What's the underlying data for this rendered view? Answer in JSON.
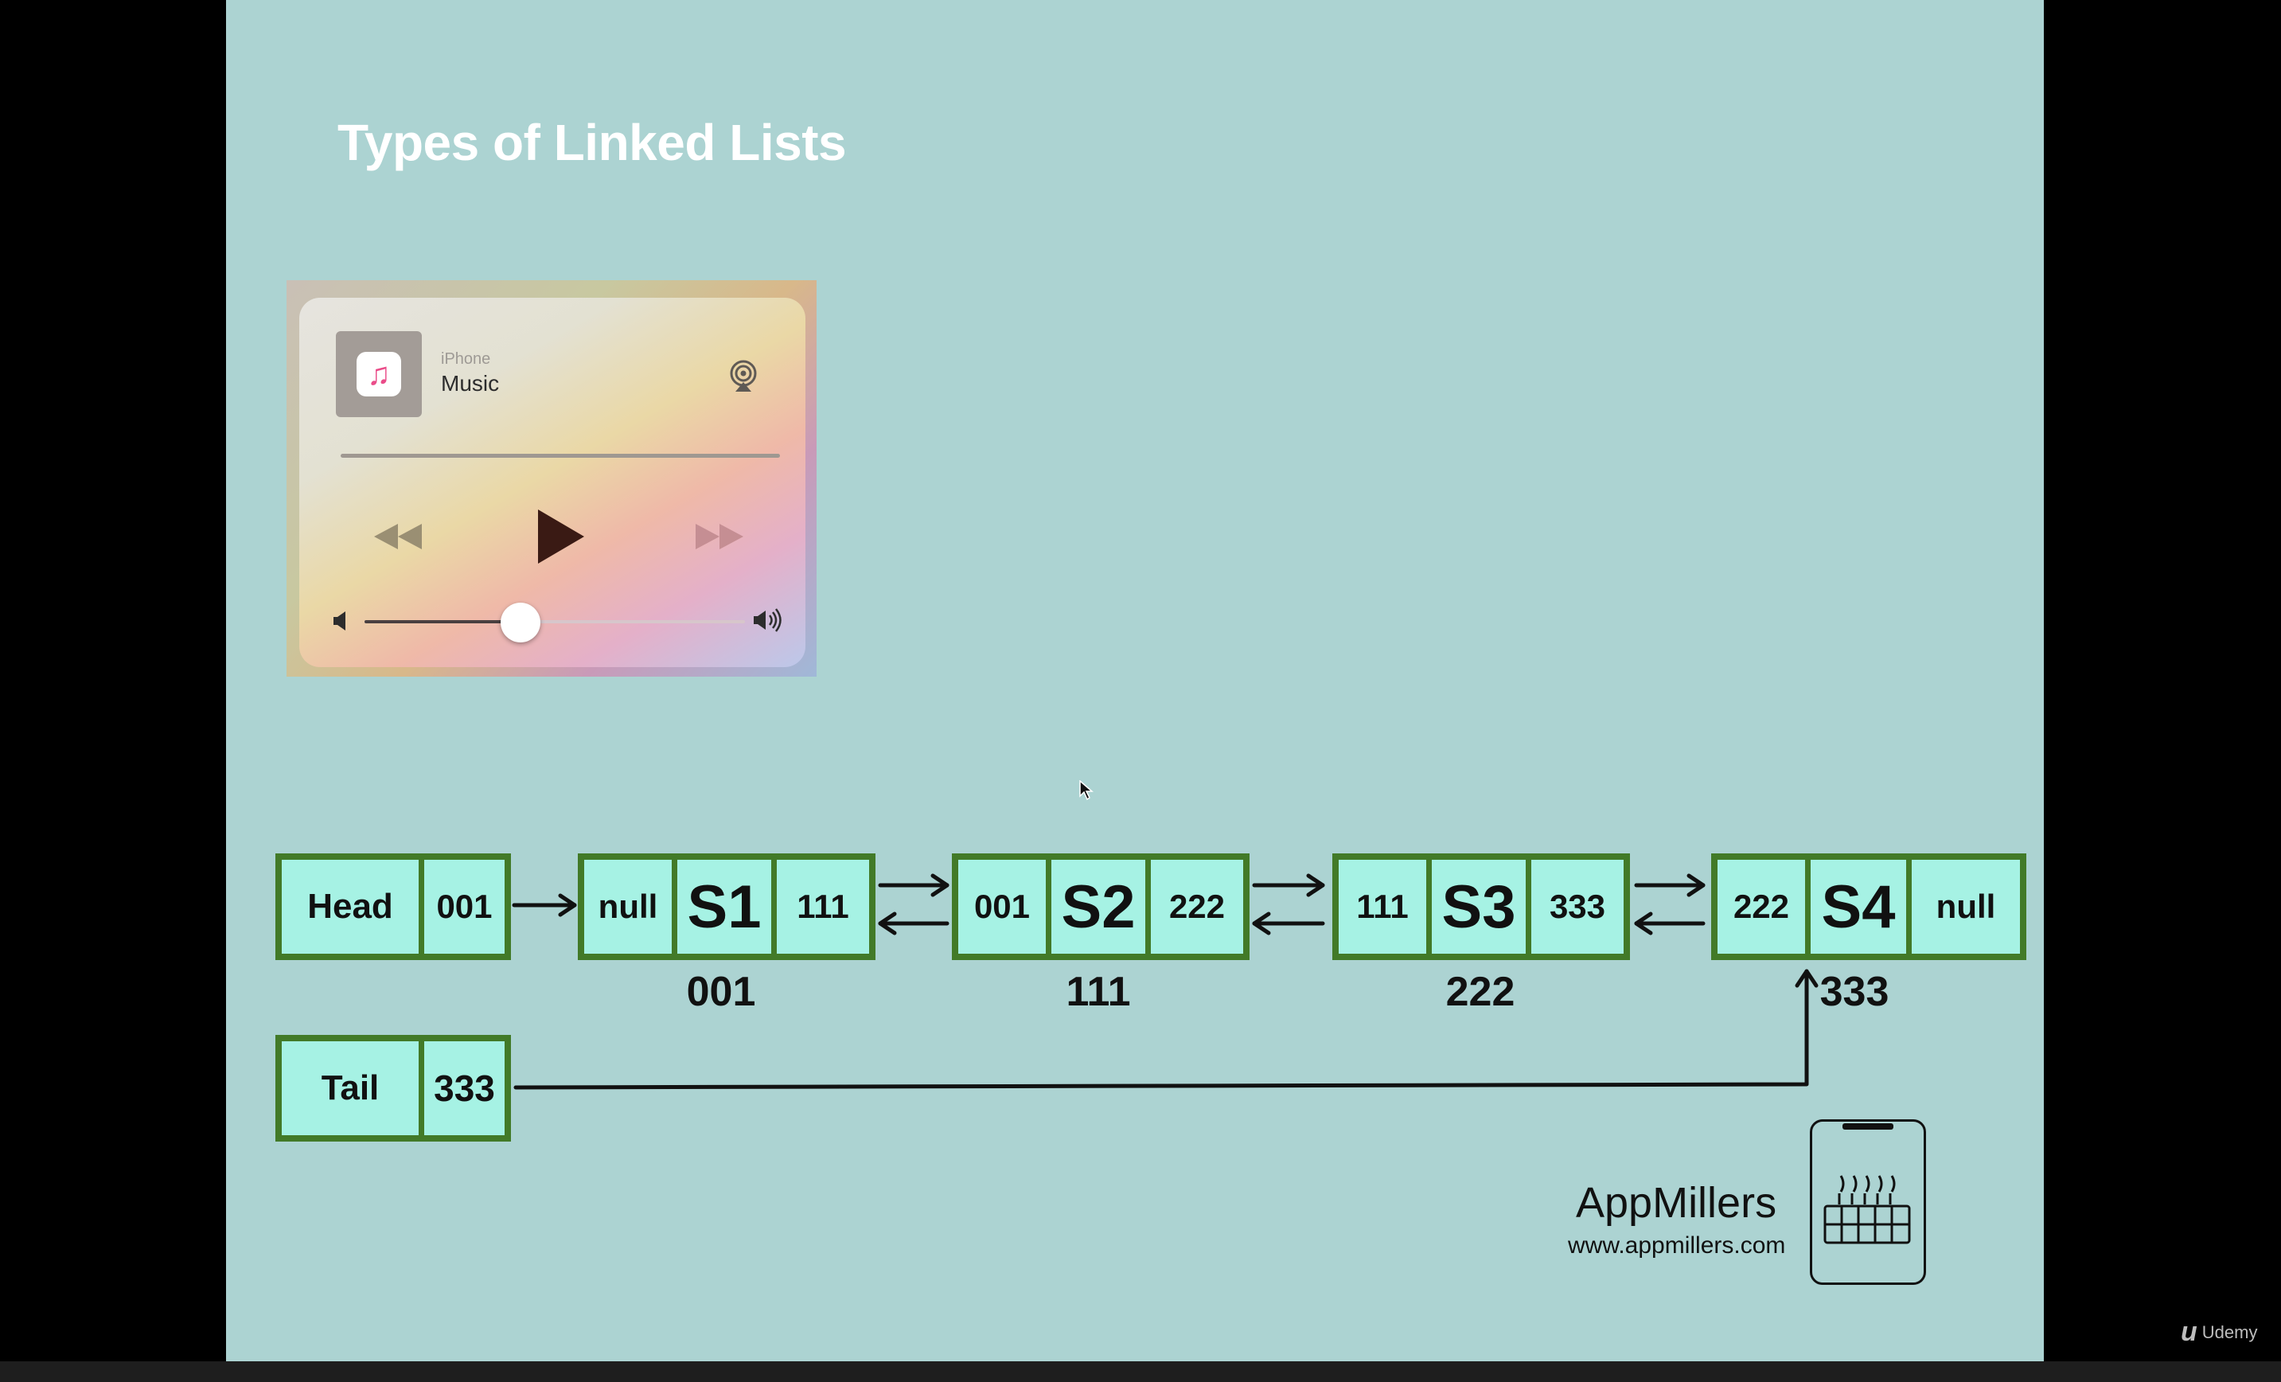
{
  "slide": {
    "title": "Types of Linked Lists"
  },
  "music_widget": {
    "device_label": "iPhone",
    "app_label": "Music",
    "volume_level": 0.41,
    "icons": {
      "app": "music-note-icon",
      "airplay": "airplay-icon",
      "rewind": "rewind-icon",
      "play": "play-icon",
      "fast_forward": "fast-forward-icon",
      "volume_low": "volume-low-icon",
      "volume_high": "volume-high-icon"
    }
  },
  "linked_list": {
    "head": {
      "label": "Head",
      "ref": "001"
    },
    "tail": {
      "label": "Tail",
      "ref": "333"
    },
    "nodes": [
      {
        "prev": "null",
        "value": "S1",
        "next": "111",
        "address": "001"
      },
      {
        "prev": "001",
        "value": "S2",
        "next": "222",
        "address": "111"
      },
      {
        "prev": "111",
        "value": "S3",
        "next": "333",
        "address": "222"
      },
      {
        "prev": "222",
        "value": "S4",
        "next": "null",
        "address": "333"
      }
    ]
  },
  "branding": {
    "name": "AppMillers",
    "url": "www.appmillers.com",
    "logo_icon": "phone-keyboard-icon"
  },
  "watermark": {
    "text": "Udemy",
    "icon": "udemy-logo-icon"
  },
  "colors": {
    "slide_background": "#acd3d2",
    "node_fill": "#a6f2e4",
    "node_border": "#427a28",
    "title_text": "#ffffff"
  }
}
